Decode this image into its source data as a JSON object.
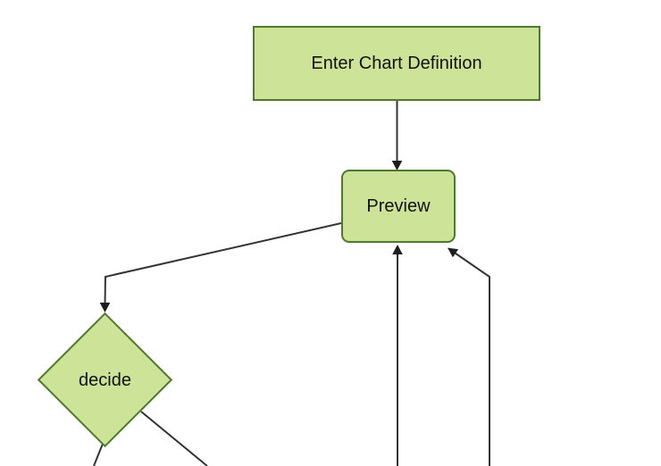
{
  "diagram": {
    "type": "flowchart",
    "direction": "top-down",
    "background_color": "#ffffff",
    "node_fill_color": "#cde498",
    "node_border_color": "#4d7a2e",
    "edge_line_color": "#333333",
    "arrowhead_color": "#1d1d1d",
    "node_text_color": "#111111",
    "nodes": [
      {
        "id": "enter-chart-definition",
        "shape": "rectangle",
        "label": "Enter Chart Definition"
      },
      {
        "id": "preview",
        "shape": "rounded-rectangle",
        "label": "Preview"
      },
      {
        "id": "decide",
        "shape": "diamond",
        "label": "decide"
      }
    ],
    "edges": [
      {
        "from": "enter-chart-definition",
        "to": "preview",
        "arrowhead": true
      },
      {
        "from": "preview",
        "to": "decide",
        "arrowhead": true
      },
      {
        "from": "offscreen-bottom-center",
        "to": "preview",
        "arrowhead": true
      },
      {
        "from": "offscreen-bottom-right",
        "to": "preview",
        "arrowhead": true
      },
      {
        "from": "decide",
        "to": "offscreen-bottom-left",
        "arrowhead": false
      },
      {
        "from": "decide",
        "to": "offscreen-bottom-right",
        "arrowhead": false
      }
    ]
  }
}
